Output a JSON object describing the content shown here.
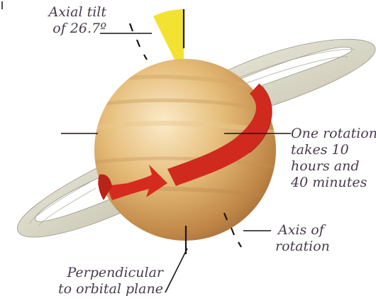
{
  "labels": {
    "axial_tilt_line1": "Axial tilt",
    "axial_tilt_line2": "of 26.7º",
    "rotation_line1": "One rotation",
    "rotation_line2": "takes 10",
    "rotation_line3": "hours and",
    "rotation_line4": "40 minutes",
    "axis_line1": "Axis of",
    "axis_line2": "rotation",
    "perp_line1": "Perpendicular",
    "perp_line2": "to orbital plane"
  },
  "colors": {
    "tilt_wedge": "#f2df20",
    "planet_light": "#f7e2b6",
    "planet_mid": "#d9a85b",
    "planet_dark": "#b37a3e",
    "rotation_arrow": "#d0271c",
    "ring": "#d9d6c4",
    "label_text": "#4a3b4e"
  }
}
